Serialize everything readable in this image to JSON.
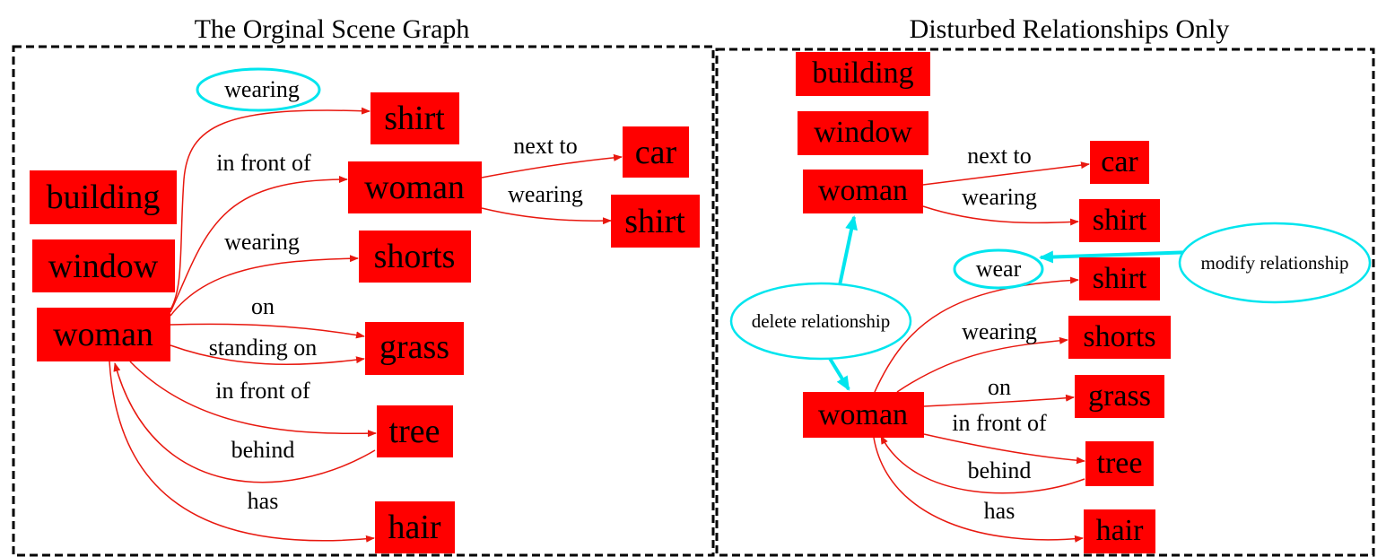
{
  "left_panel": {
    "title": "The Orginal Scene Graph",
    "nodes": {
      "building": "building",
      "window": "window",
      "woman_main": "woman",
      "woman_mid": "woman",
      "shirt_top": "shirt",
      "car": "car",
      "shirt_right": "shirt",
      "shorts": "shorts",
      "grass": "grass",
      "tree": "tree",
      "hair": "hair"
    },
    "edges": {
      "wearing_shirt": "wearing",
      "in_front_of_woman": "in front of",
      "next_to": "next to",
      "wearing_shirt2": "wearing",
      "wearing_shorts": "wearing",
      "on": "on",
      "standing_on": "standing on",
      "in_front_of_tree": "in front of",
      "behind": "behind",
      "has": "has"
    }
  },
  "right_panel": {
    "title": "Disturbed Relationships Only",
    "nodes": {
      "building": "building",
      "window": "window",
      "woman_top": "woman",
      "car": "car",
      "shirt_top": "shirt",
      "shirt_mid": "shirt",
      "shorts": "shorts",
      "grass": "grass",
      "woman_main": "woman",
      "tree": "tree",
      "hair": "hair"
    },
    "edges": {
      "next_to": "next to",
      "wearing_shirt": "wearing",
      "wear": "wear",
      "wearing_shorts": "wearing",
      "on": "on",
      "in_front_of": "in front of",
      "behind": "behind",
      "has": "has"
    },
    "annotations": {
      "delete": "delete relationship",
      "modify": "modify relationship"
    }
  },
  "colors": {
    "node_fill": "#ff0000",
    "edge": "#e8180f",
    "highlight": "#00e5ee",
    "border": "#000000"
  }
}
